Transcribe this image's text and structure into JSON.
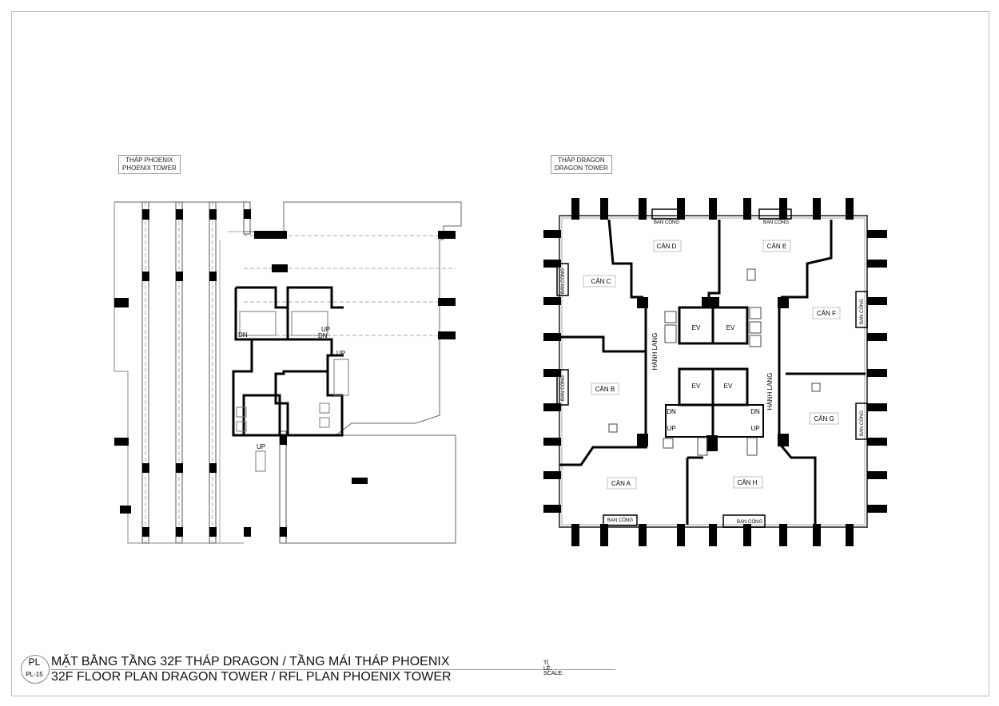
{
  "sheet": {
    "code_top": "PL",
    "code_bottom": "PL-15",
    "title_vi": "MẶT BẰNG TẦNG 32F THÁP DRAGON / TẦNG MÁI THÁP PHOENIX",
    "title_en": "32F FLOOR PLAN DRAGON TOWER / RFL PLAN PHOENIX TOWER",
    "scale_vi": "TỈ LỆ:",
    "scale_en": "SCALE:"
  },
  "phoenix": {
    "tag_vi": "THÁP PHOENIX",
    "tag_en": "PHOENIX TOWER",
    "labels": {
      "dn1": "DN",
      "up1": "UP",
      "dn2": "DN",
      "up2": "UP",
      "up3": "UP"
    }
  },
  "dragon": {
    "tag_vi": "THÁP DRAGON",
    "tag_en": "DRAGON TOWER",
    "units": {
      "a": "CĂN A",
      "b": "CĂN B",
      "c": "CĂN C",
      "d": "CĂN D",
      "e": "CĂN E",
      "f": "CĂN F",
      "g": "CĂN G",
      "h": "CĂN H"
    },
    "balcony": "BAN CÔNG",
    "corridor": "HÀNH LANG",
    "elevator": "EV",
    "stair_dn": "DN",
    "stair_up": "UP"
  }
}
